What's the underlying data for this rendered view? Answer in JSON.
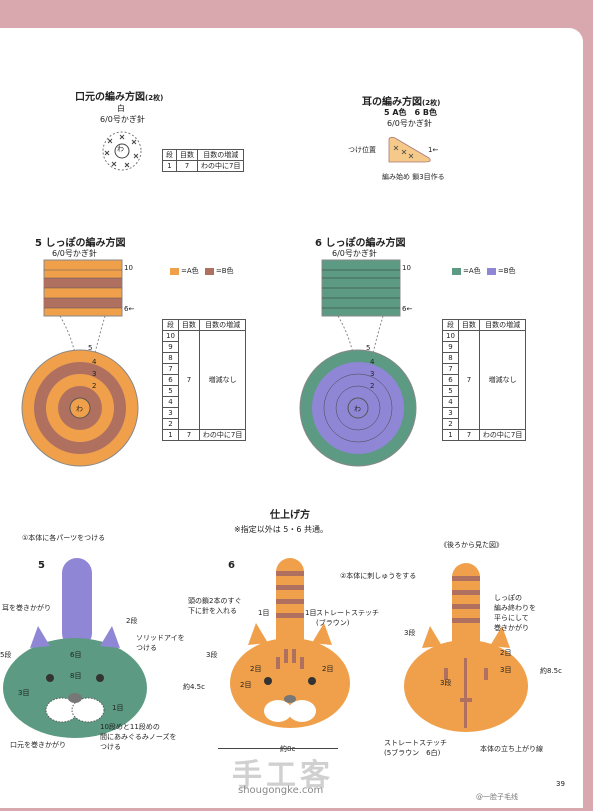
{
  "mouth": {
    "title": "口元の編み方図",
    "count": "(2枚)",
    "color": "白",
    "hook": "6/0号かぎ針",
    "center": "わ",
    "table": {
      "headers": [
        "段",
        "目数",
        "目数の増減"
      ],
      "rows": [
        [
          "1",
          "7",
          "わの中に7目"
        ]
      ]
    }
  },
  "ear": {
    "title": "耳の編み方図",
    "count": "(2枚)",
    "colors": "5 A色　6 B色",
    "hook": "6/0号かぎ針",
    "attach": "つけ位置",
    "row1": "1←",
    "start": "編み始め 鎖3目作る"
  },
  "tail5": {
    "title": "5 しっぽの編み方図",
    "hook": "6/0号かぎ針",
    "legendA": "=A色",
    "legendB": "=B色",
    "row10": "10",
    "row6": "6←",
    "center": "わ",
    "ring_labels": [
      "5",
      "4",
      "3",
      "2"
    ],
    "colorA": "#f0a04b",
    "colorB": "#b07060"
  },
  "tail6": {
    "title": "6 しっぽの編み方図",
    "hook": "6/0号かぎ針",
    "legendA": "=A色",
    "legendB": "=B色",
    "row10": "10",
    "row6": "6←",
    "center": "わ",
    "ring_labels": [
      "5",
      "4",
      "3",
      "2"
    ],
    "colorA": "#5c9a84",
    "colorB": "#8f87d6"
  },
  "tail_table": {
    "headers": [
      "段",
      "目数",
      "目数の増減"
    ],
    "rows_labels": [
      "10",
      "9",
      "8",
      "7",
      "6",
      "5",
      "4",
      "3",
      "2",
      "1"
    ],
    "mid_count": "7",
    "mid_change": "増減なし",
    "first_count": "7",
    "first_change": "わの中に7目"
  },
  "finish": {
    "title": "仕上げ方",
    "note": "※指定以外は 5・6 共通。",
    "step1": "①本体に各パーツをつける",
    "step2": "②本体に刺しゅうをする",
    "back": "《後ろから見た図》",
    "num5": "5",
    "num6": "6",
    "ear_wrap": "耳を巻きかがり",
    "two_rows": "2段",
    "solid_eye": "ソリッドアイを\nつける",
    "five_rows": "5段",
    "six_sts": "6目",
    "eight_sts": "8目",
    "three_sts": "3目",
    "one_st": "1目",
    "mouth_wrap": "口元を巻きかがり",
    "nose_note": "10段めと11段めの\n間にあみぐるみノーズを\nつける",
    "needle_note": "頭の鎖2本のすぐ\n下に針を入れる",
    "straight": "ストレートステッチ\n(ブラウン)",
    "one_st_a": "1目",
    "one_st_b": "1目",
    "three_rows": "3段",
    "two_st_a": "2目",
    "two_st_b": "2目",
    "two_st_c": "2目",
    "height_45": "約4.5c",
    "width_8": "約8c",
    "tail_end": "しっぽの\n編み終わりを\n平らにして\n巻きかがり",
    "height_85": "約8.5c",
    "back_three_rows": "3段",
    "back_two_sts": "2目",
    "back_three_sts": "3目",
    "back_three_rows_b": "3段",
    "back_straight": "ストレートステッチ\n(5ブラウン　6白)",
    "rise": "本体の立ち上がり線"
  },
  "page_number": "39",
  "watermark": "手工客",
  "site": "shougongke.com",
  "weibo": "@一脸子毛线"
}
